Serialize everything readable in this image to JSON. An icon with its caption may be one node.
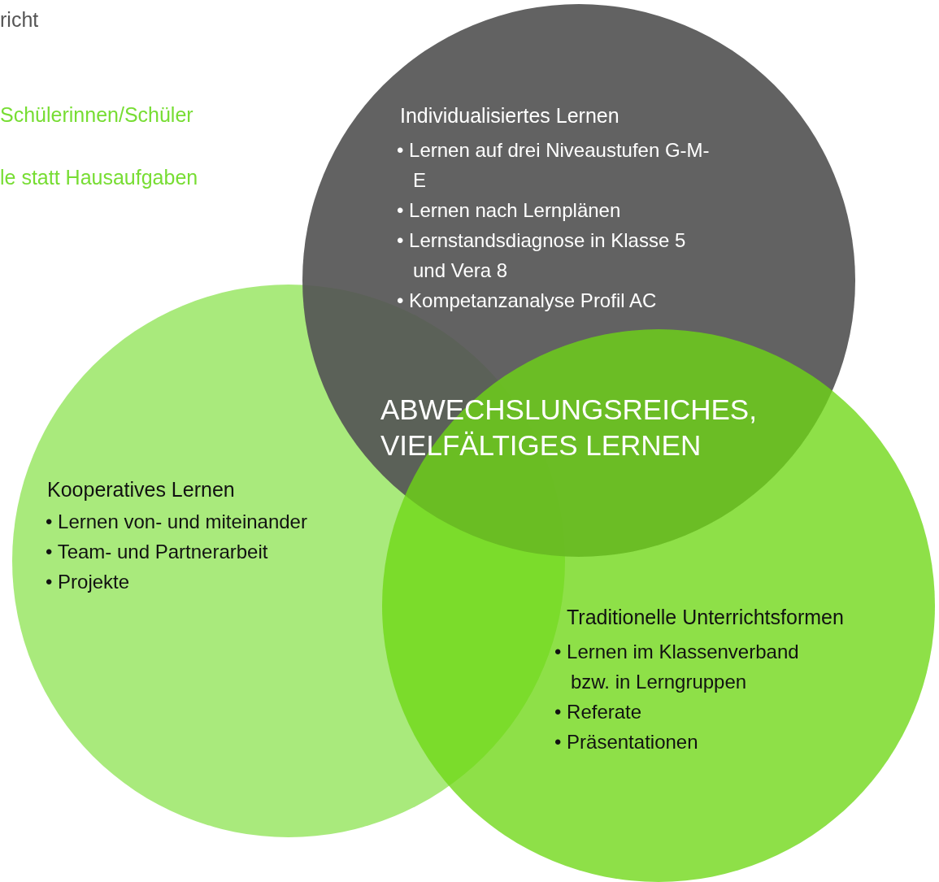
{
  "diagram": {
    "nodes": [
      {
        "text": [
          "Individualisiertes Lernen",
          "• Lernen auf drei Niveaustufen G-M-E",
          "• Lernen nach Lernplänen",
          "• Lernstandsdiagnose in Klasse 5 und Vera 8",
          "• Kompetanzanalyse Profil AC"
        ]
      },
      {
        "text": [
          "Kooperatives Lernen",
          "• Lernen von- und miteinander",
          "• Team- und Partnerarbeit",
          "• Projekte"
        ]
      },
      {
        "text": [
          "Traditionelle Unterrichtsformen",
          "• Lernen im Klassenverband bzw. in Lerngruppen",
          "• Referate",
          "• Präsentationen"
        ]
      }
    ],
    "edges": [],
    "labels": [
      "richt",
      "Schülerinnen/Schüler",
      "le statt Hausaufgaben",
      "ABWECHSLUNGSREICHES, VIELFÄLTIGES LERNEN"
    ]
  }
}
